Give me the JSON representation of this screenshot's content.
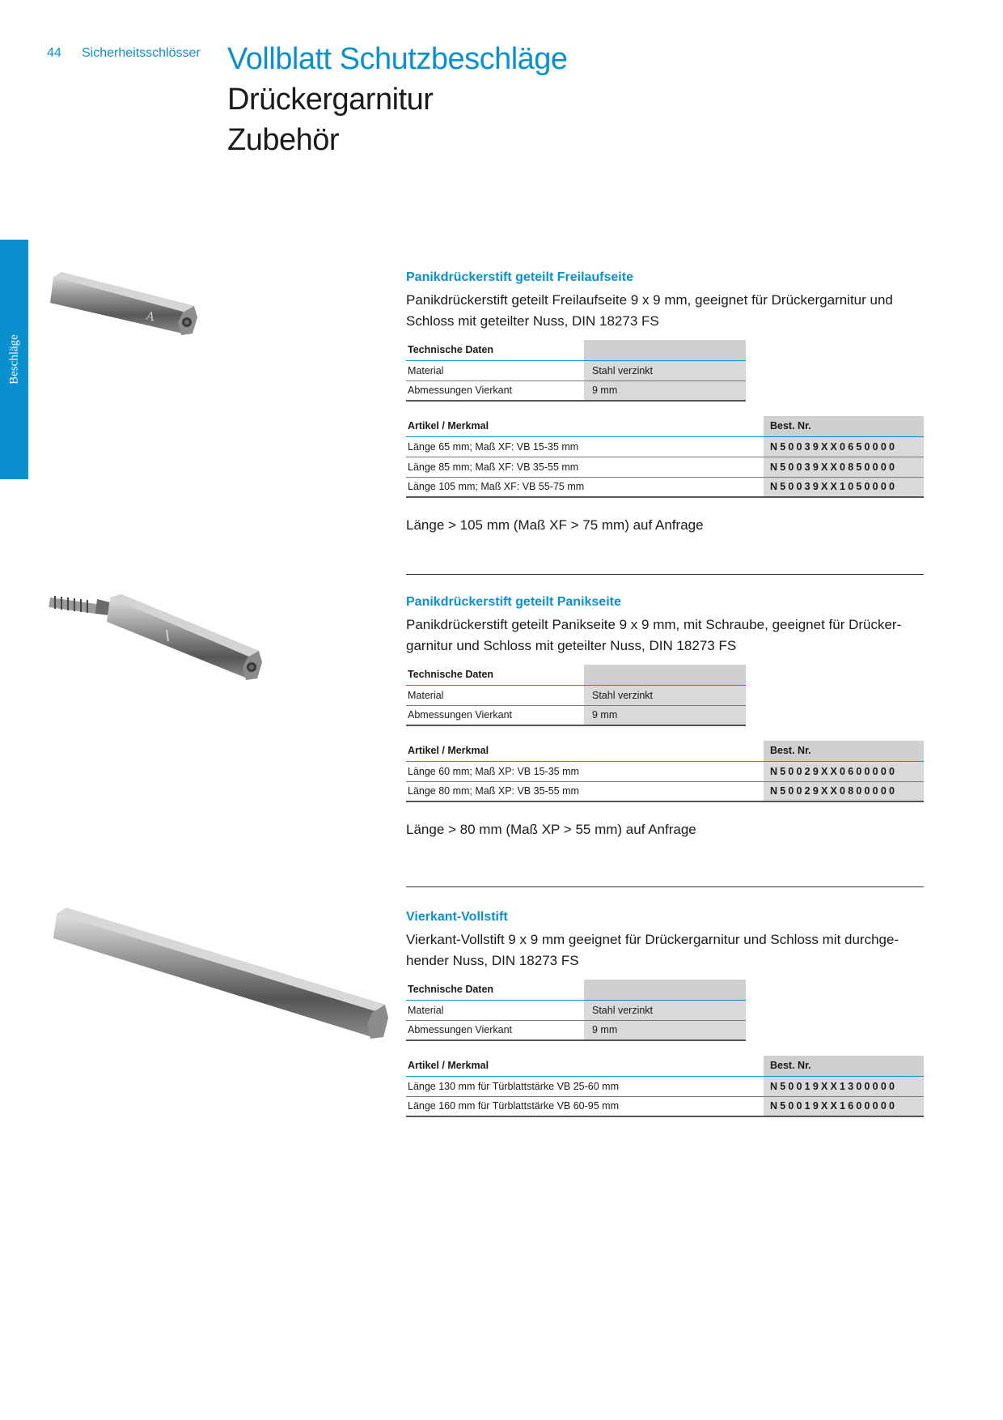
{
  "header": {
    "page_number": "44",
    "section": "Sicherheitsschlösser",
    "title": "Vollblatt Schutzbeschläge",
    "subtitle_1": "Drückergarnitur",
    "subtitle_2": "Zubehör"
  },
  "side_tab": {
    "label": "Beschläge",
    "color": "#0a8fcf"
  },
  "colors": {
    "accent": "#0a8fcf",
    "table_gray": "#d9d9d9"
  },
  "products": [
    {
      "title": "Panikdrückerstift geteilt Freilaufseite",
      "description": "Panikdrückerstift geteilt Freilaufseite  9 x 9 mm,  geeignet für Drückergarnitur und Schloss mit geteilter Nuss, DIN 18273 FS",
      "tech": {
        "header": "Technische Daten",
        "rows": [
          {
            "label": "Material",
            "value": "Stahl verzinkt"
          },
          {
            "label": "Abmessungen Vierkant",
            "value": "9 mm"
          }
        ]
      },
      "articles": {
        "header_left": "Artikel / Merkmal",
        "header_right": "Best. Nr.",
        "rows": [
          {
            "label": "Länge 65 mm; Maß XF: VB 15-35 mm",
            "code": "N50039XX0650000"
          },
          {
            "label": "Länge 85 mm; Maß XF: VB 35-55 mm",
            "code": "N50039XX0850000"
          },
          {
            "label": "Länge 105 mm; Maß XF: VB 55-75 mm",
            "code": "N50039XX1050000"
          }
        ]
      },
      "note": "Länge > 105 mm (Maß XF > 75 mm) auf Anfrage"
    },
    {
      "title": "Panikdrückerstift geteilt Panikseite",
      "description": "Panikdrückerstift geteilt Panikseite  9 x 9 mm,  mit Schraube, geeignet für Drücker-garnitur und Schloss mit geteilter Nuss, DIN 18273 FS",
      "tech": {
        "header": "Technische Daten",
        "rows": [
          {
            "label": "Material",
            "value": "Stahl verzinkt"
          },
          {
            "label": "Abmessungen Vierkant",
            "value": "9 mm"
          }
        ]
      },
      "articles": {
        "header_left": "Artikel / Merkmal",
        "header_right": "Best. Nr.",
        "rows": [
          {
            "label": "Länge 60 mm; Maß XP: VB 15-35 mm",
            "code": "N50029XX0600000"
          },
          {
            "label": "Länge 80 mm; Maß XP: VB 35-55 mm",
            "code": "N50029XX0800000"
          }
        ]
      },
      "note": "Länge > 80 mm (Maß XP > 55 mm) auf Anfrage"
    },
    {
      "title": "Vierkant-Vollstift",
      "description": "Vierkant-Vollstift  9 x 9 mm geeignet für Drückergarnitur und Schloss mit durchge-hender Nuss, DIN 18273 FS",
      "tech": {
        "header": "Technische Daten",
        "rows": [
          {
            "label": "Material",
            "value": "Stahl verzinkt"
          },
          {
            "label": "Abmessungen Vierkant",
            "value": "9 mm"
          }
        ]
      },
      "articles": {
        "header_left": "Artikel / Merkmal",
        "header_right": "Best. Nr.",
        "rows": [
          {
            "label": "Länge 130 mm für Türblattstärke VB 25-60 mm",
            "code": "N50019XX1300000"
          },
          {
            "label": "Länge 160 mm für Türblattstärke VB 60-95 mm",
            "code": "N50019XX1600000"
          }
        ]
      }
    }
  ]
}
